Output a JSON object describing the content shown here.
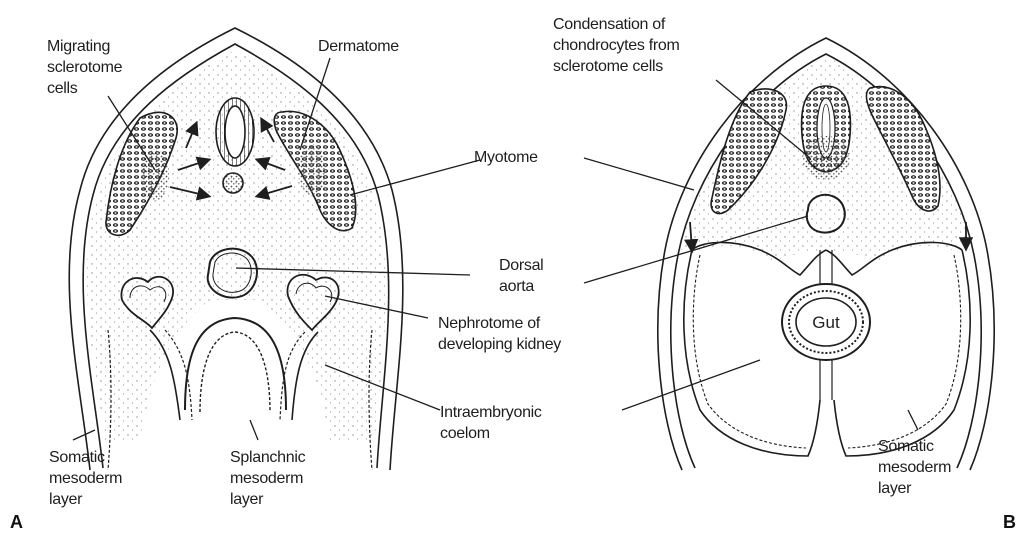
{
  "panels": {
    "a": {
      "letter": "A",
      "labels": {
        "migrating_sclerotome": "Migrating\nsclerotome\ncells",
        "dermatome": "Dermatome",
        "myotome": "Myotome",
        "dorsal_aorta": "Dorsal\naorta",
        "nephrotome": "Nephrotome of\ndeveloping kidney",
        "intraembryonic_coelom": "Intraembryonic\ncoelom",
        "somatic_mesoderm": "Somatic\nmesoderm\nlayer",
        "splanchnic_mesoderm": "Splanchnic\nmesoderm\nlayer"
      }
    },
    "b": {
      "letter": "B",
      "labels": {
        "condensation": "Condensation of\nchondrocytes from\nsclerotome cells",
        "gut": "Gut",
        "somatic_mesoderm": "Somatic\nmesoderm\nlayer"
      }
    }
  },
  "colors": {
    "ink": "#1e1e1e",
    "background": "#ffffff",
    "stipple": "#8a8a8a"
  }
}
